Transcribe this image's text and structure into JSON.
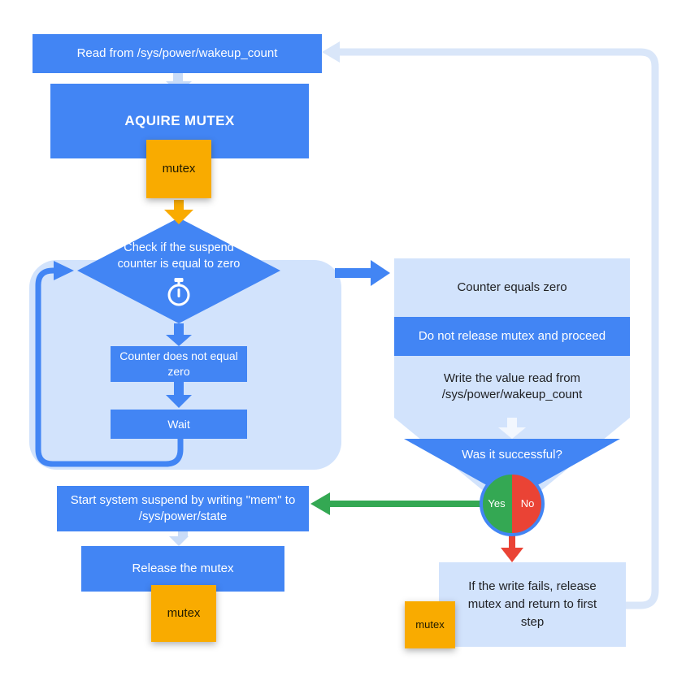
{
  "colors": {
    "blue": "#4285F4",
    "pale_blue": "#D2E3FC",
    "return_connector": "#D9E6F9",
    "orange": "#F9AB00",
    "green": "#34A853",
    "red": "#EA4335",
    "text_dark": "#202124",
    "text_light": "#FFFFFF"
  },
  "icons": {
    "stopwatch": "stopwatch-icon"
  },
  "nodes": {
    "read_wakeup_count": "Read from /sys/power/wakeup_count",
    "acquire_mutex": "AQUIRE MUTEX",
    "mutex_acquire": "mutex",
    "check_counter": "Check if the suspend counter is equal to zero",
    "counter_not_zero": "Counter does not equal zero",
    "wait": "Wait",
    "counter_equals_zero": "Counter equals zero",
    "do_not_release": "Do not release mutex and proceed",
    "write_value": "Write the value read from /sys/power/wakeup_count",
    "was_successful": "Was it successful?",
    "yes": "Yes",
    "no": "No",
    "start_suspend": "Start system suspend by writing \"mem\" to /sys/power/state",
    "release_mutex": "Release the mutex",
    "mutex_release": "mutex",
    "write_fails": "If the write fails, release mutex and return to first step",
    "mutex_fail": "mutex"
  }
}
